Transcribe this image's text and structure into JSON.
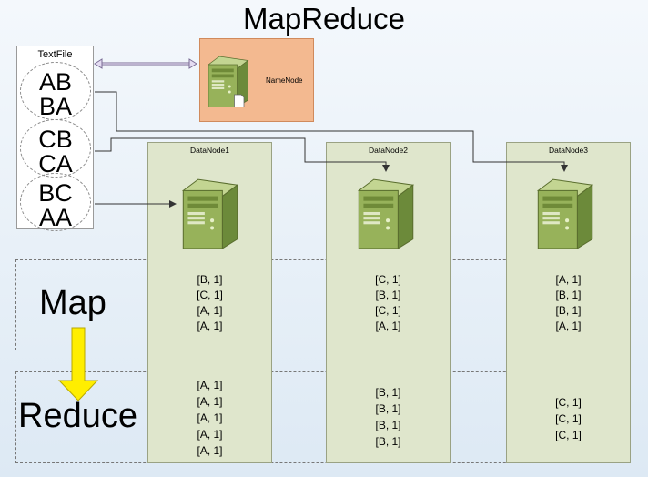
{
  "title": "MapReduce",
  "textfile": {
    "label": "TextFile",
    "lines": [
      "AB",
      "BA",
      "CB",
      "CA",
      "BC",
      "AA"
    ]
  },
  "namenode": {
    "label": "NameNode"
  },
  "stages": {
    "map": "Map",
    "reduce": "Reduce"
  },
  "datanodes": [
    {
      "label": "DataNode1",
      "map": [
        "[B, 1]",
        "[C, 1]",
        "[A, 1]",
        "[A, 1]"
      ],
      "reduce": [
        "[A, 1]",
        "[A, 1]",
        "[A, 1]",
        "[A, 1]",
        "[A, 1]"
      ]
    },
    {
      "label": "DataNode2",
      "map": [
        "[C, 1]",
        "[B, 1]",
        "[C, 1]",
        "[A, 1]"
      ],
      "reduce": [
        "[B, 1]",
        "[B, 1]",
        "[B, 1]",
        "[B, 1]"
      ]
    },
    {
      "label": "DataNode3",
      "map": [
        "[A, 1]",
        "[B, 1]",
        "[B, 1]",
        "[A, 1]"
      ],
      "reduce": [
        "[C, 1]",
        "[C, 1]",
        "[C, 1]"
      ]
    }
  ],
  "colors": {
    "namenode_fill": "#f3b990",
    "datanode_fill": "#dfe6cc",
    "server_green": "#8faa55",
    "stage_arrow": "#ffee00"
  }
}
